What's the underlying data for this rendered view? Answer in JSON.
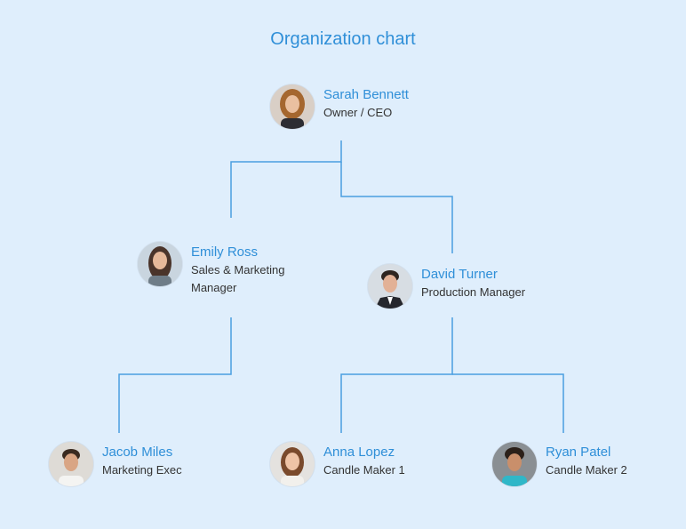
{
  "title": "Organization chart",
  "people": {
    "ceo": {
      "name": "Sarah Bennett",
      "role": "Owner / CEO"
    },
    "sales": {
      "name": "Emily Ross",
      "role_line1": "Sales & Marketing",
      "role_line2": "Manager"
    },
    "production": {
      "name": "David Turner",
      "role": "Production Manager"
    },
    "marketing": {
      "name": "Jacob Miles",
      "role": "Marketing Exec"
    },
    "candle1": {
      "name": "Anna Lopez",
      "role": "Candle Maker 1"
    },
    "candle2": {
      "name": "Ryan Patel",
      "role": "Candle Maker 2"
    }
  },
  "colors": {
    "background": "#dfeefc",
    "accent": "#2f8fd8",
    "connector": "#4a9ee0",
    "text": "#333333"
  },
  "icons": {
    "avatar": "person-photo-avatar"
  }
}
